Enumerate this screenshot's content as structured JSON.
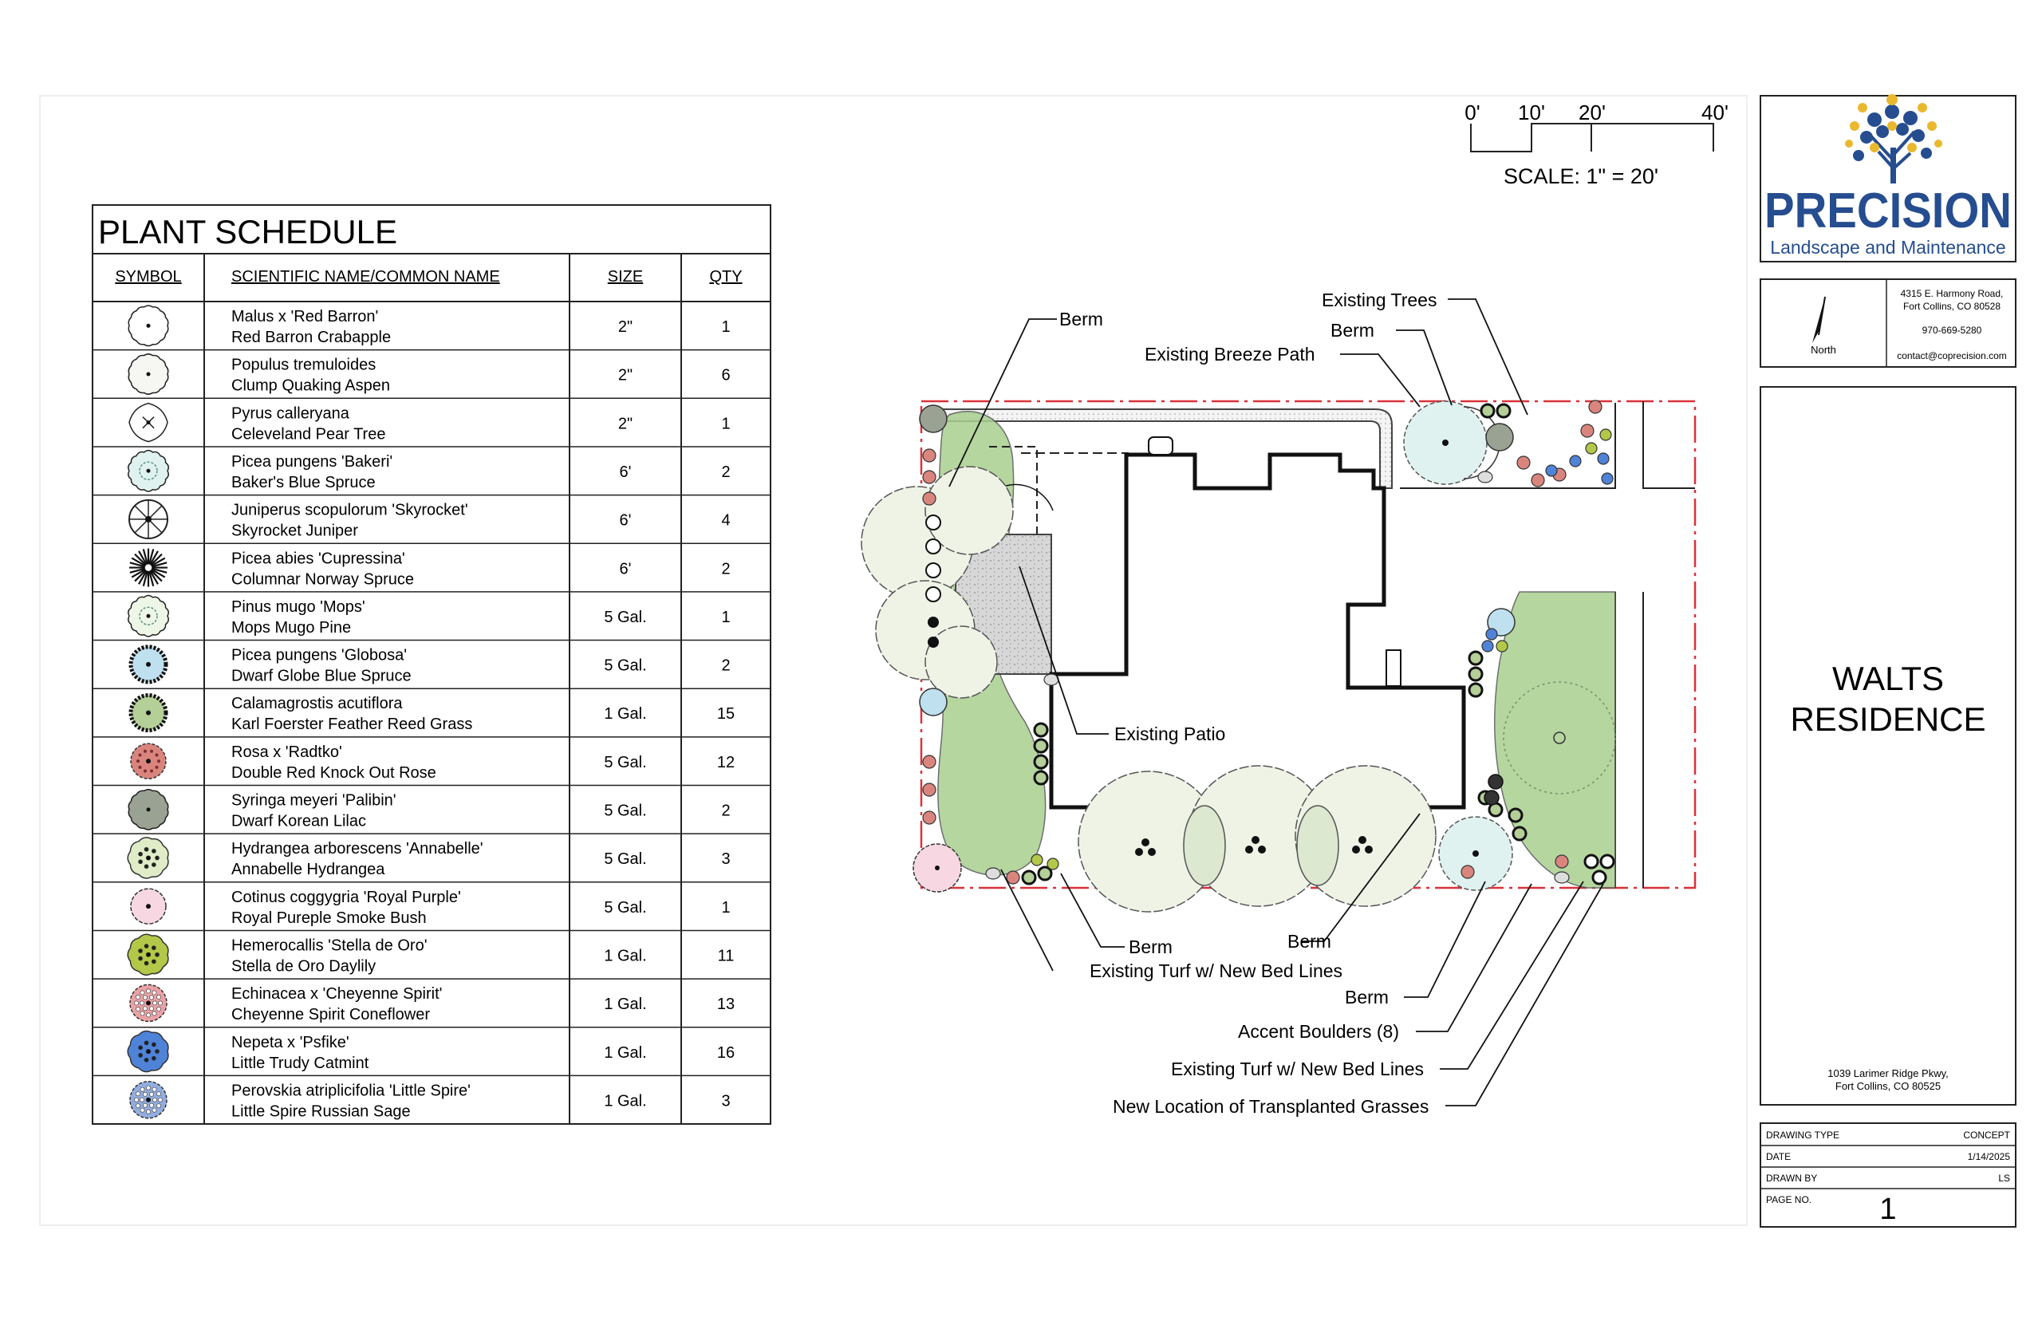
{
  "schedule": {
    "title": "PLANT SCHEDULE",
    "headers": [
      "SYMBOL",
      "SCIENTIFIC NAME/COMMON NAME",
      "SIZE",
      "QTY"
    ],
    "rows": [
      {
        "sci": "Malus x 'Red Barron'",
        "common": "Red Barron Crabapple",
        "size": "2\"",
        "qty": "1",
        "icon": "crabapple-symbol-icon",
        "sym": "deciduous-star",
        "fill": "#ffffff"
      },
      {
        "sci": "Populus tremuloides",
        "common": "Clump Quaking Aspen",
        "size": "2\"",
        "qty": "6",
        "icon": "aspen-symbol-icon",
        "sym": "deciduous-scallop",
        "fill": "#f6f7f2"
      },
      {
        "sci": "Pyrus calleryana",
        "common": "Celeveland Pear Tree",
        "size": "2\"",
        "qty": "1",
        "icon": "pear-tree-symbol-icon",
        "sym": "deciduous-lobed",
        "fill": "#ffffff"
      },
      {
        "sci": "Picea pungens 'Bakeri'",
        "common": "Baker's Blue Spruce",
        "size": "6'",
        "qty": "2",
        "icon": "blue-spruce-symbol-icon",
        "sym": "conifer-spiky",
        "fill": "#dff2ef"
      },
      {
        "sci": "Juniperus scopulorum 'Skyrocket'",
        "common": "Skyrocket Juniper",
        "size": "6'",
        "qty": "4",
        "icon": "skyrocket-juniper-symbol-icon",
        "sym": "conifer-cross",
        "fill": "#ffffff"
      },
      {
        "sci": "Picea abies 'Cupressina'",
        "common": "Columnar Norway Spruce",
        "size": "6'",
        "qty": "2",
        "icon": "norway-spruce-symbol-icon",
        "sym": "conifer-dense",
        "fill": "#ffffff"
      },
      {
        "sci": "Pinus mugo 'Mops'",
        "common": "Mops Mugo Pine",
        "size": "5 Gal.",
        "qty": "1",
        "icon": "mugo-pine-symbol-icon",
        "sym": "shrub-spiky",
        "fill": "#eef6e8"
      },
      {
        "sci": "Picea pungens 'Globosa'",
        "common": "Dwarf Globe Blue Spruce",
        "size": "5 Gal.",
        "qty": "2",
        "icon": "globe-spruce-symbol-icon",
        "sym": "shrub-gear",
        "fill": "#bfe0ee"
      },
      {
        "sci": "Calamagrostis acutiflora",
        "common": "Karl Foerster Feather Reed Grass",
        "size": "1 Gal.",
        "qty": "15",
        "icon": "feather-reed-grass-symbol-icon",
        "sym": "shrub-gear",
        "fill": "#b4cf98"
      },
      {
        "sci": "Rosa x 'Radtko'",
        "common": "Double Red Knock Out Rose",
        "size": "5 Gal.",
        "qty": "12",
        "icon": "knock-out-rose-symbol-icon",
        "sym": "shrub-dotted",
        "fill": "#d9857e"
      },
      {
        "sci": "Syringa meyeri 'Palibin'",
        "common": "Dwarf Korean Lilac",
        "size": "5 Gal.",
        "qty": "2",
        "icon": "korean-lilac-symbol-icon",
        "sym": "shrub-scallop",
        "fill": "#9aa293"
      },
      {
        "sci": "Hydrangea arborescens 'Annabelle'",
        "common": "Annabelle Hydrangea",
        "size": "5 Gal.",
        "qty": "3",
        "icon": "hydrangea-symbol-icon",
        "sym": "shrub-blob",
        "fill": "#dfecc7"
      },
      {
        "sci": "Cotinus coggygria 'Royal Purple'",
        "common": "Royal Pureple Smoke Bush",
        "size": "5 Gal.",
        "qty": "1",
        "icon": "smoke-bush-symbol-icon",
        "sym": "shrub-round",
        "fill": "#f7d8e2"
      },
      {
        "sci": "Hemerocallis 'Stella de Oro'",
        "common": "Stella de Oro Daylily",
        "size": "1 Gal.",
        "qty": "11",
        "icon": "daylily-symbol-icon",
        "sym": "perennial-blob",
        "fill": "#b3c848"
      },
      {
        "sci": "Echinacea x 'Cheyenne Spirit'",
        "common": "Cheyenne Spirit Coneflower",
        "size": "1 Gal.",
        "qty": "13",
        "icon": "coneflower-symbol-icon",
        "sym": "perennial-dots",
        "fill": "#eba2a5"
      },
      {
        "sci": "Nepeta x 'Psfike'",
        "common": "Little Trudy Catmint",
        "size": "1 Gal.",
        "qty": "16",
        "icon": "catmint-symbol-icon",
        "sym": "perennial-blob",
        "fill": "#4f83d8"
      },
      {
        "sci": "Perovskia atriplicifolia 'Little Spire'",
        "common": "Little Spire Russian Sage",
        "size": "1 Gal.",
        "qty": "3",
        "icon": "russian-sage-symbol-icon",
        "sym": "perennial-dots",
        "fill": "#92aee0"
      }
    ]
  },
  "scale": {
    "ticks": [
      "0'",
      "10'",
      "20'",
      "40'"
    ],
    "label": "SCALE: 1\" = 20'"
  },
  "labels": {
    "berm_nw": "Berm",
    "existing_trees": "Existing Trees",
    "berm_ne": "Berm",
    "breeze_path": "Existing Breeze Path",
    "existing_patio": "Existing Patio",
    "berm_s1": "Berm",
    "berm_s2": "Berm",
    "turf_sw": "Existing Turf w/ New Bed Lines",
    "berm_se": "Berm",
    "boulders": "Accent Boulders (8)",
    "turf_se": "Existing Turf w/ New Bed Lines",
    "transplanted": "New Location of Transplanted Grasses"
  },
  "company": {
    "name": "PRECISION",
    "tagline": "Landscape and Maintenance",
    "address1": "4315 E. Harmony Road,",
    "address2": "Fort Collins, CO 80528",
    "phone": "970-669-5280",
    "email": "contact@coprecision.com",
    "north_label": "North"
  },
  "project": {
    "title_line1": "WALTS",
    "title_line2": "RESIDENCE",
    "address1": "1039 Larimer Ridge Pkwy,",
    "address2": "Fort Collins, CO 80525"
  },
  "titleblock": {
    "drawing_type_label": "DRAWING TYPE",
    "drawing_type_value": "CONCEPT",
    "date_label": "DATE",
    "date_value": "1/14/2025",
    "drawn_by_label": "DRAWN BY",
    "drawn_by_value": "LS",
    "page_label": "PAGE NO.",
    "page_value": "1"
  },
  "colors": {
    "line": "#111111",
    "property_line": "#d9323a",
    "turf_green": "#a9cf8f",
    "tree_canopy": "#eaf1e1",
    "logo_blue": "#254d8f",
    "logo_gold": "#e9b82f"
  }
}
